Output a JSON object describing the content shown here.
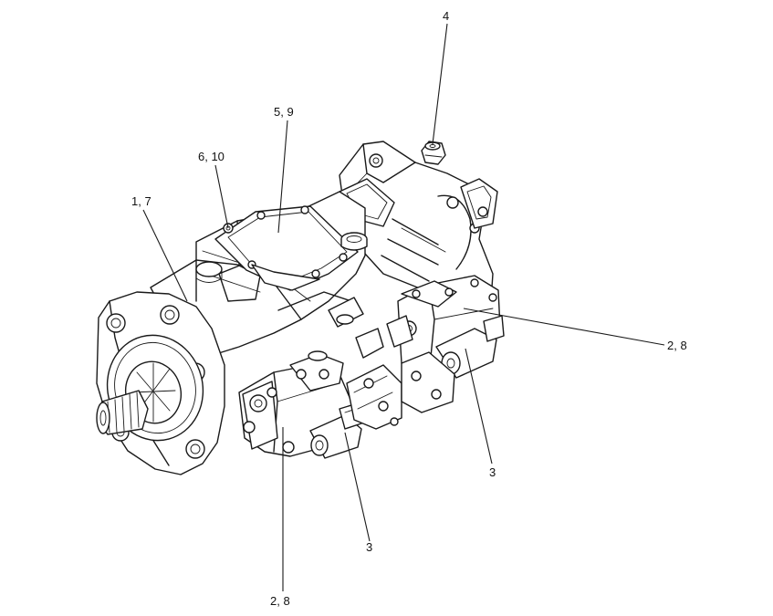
{
  "callouts": [
    {
      "id": "c1",
      "text": "1, 7"
    },
    {
      "id": "c2",
      "text": "6, 10"
    },
    {
      "id": "c3",
      "text": "5, 9"
    },
    {
      "id": "c4",
      "text": "4"
    },
    {
      "id": "c5",
      "text": "2, 8"
    },
    {
      "id": "c6",
      "text": "3"
    },
    {
      "id": "c7",
      "text": "3"
    },
    {
      "id": "c8",
      "text": "2, 8"
    }
  ]
}
